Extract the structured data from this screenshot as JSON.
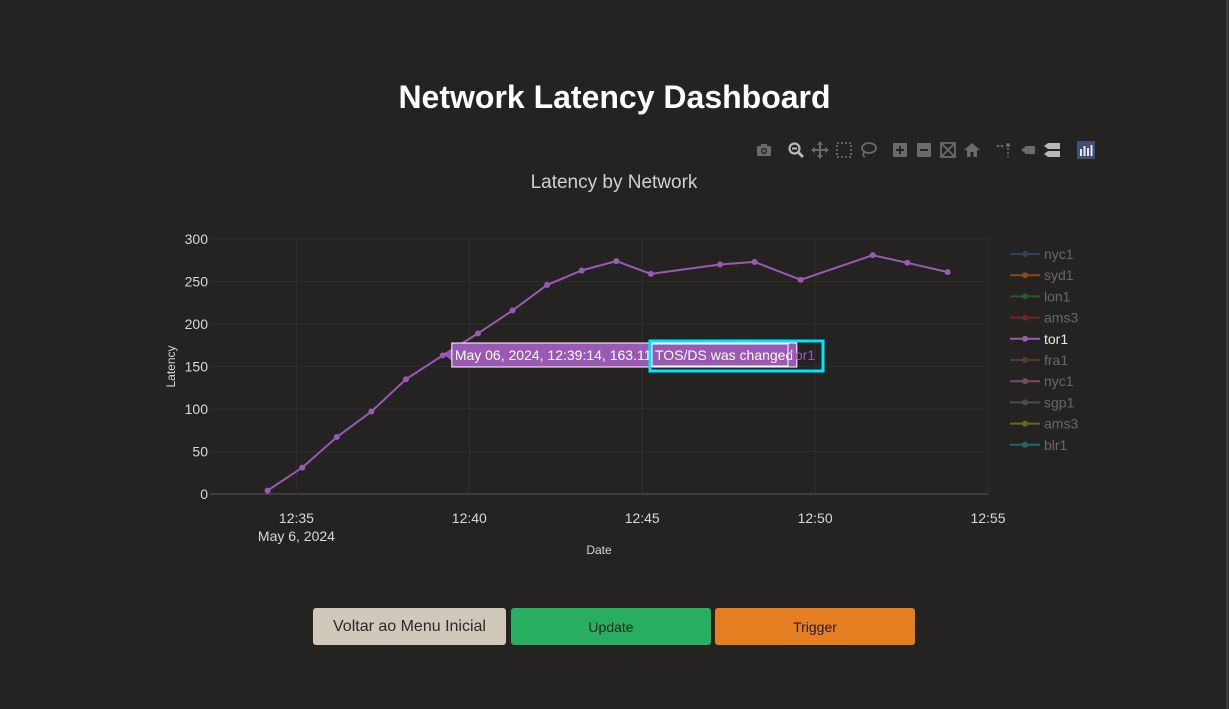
{
  "page": {
    "title": "Network Latency Dashboard"
  },
  "colors": {
    "background": "#242322",
    "series_active": "#9b59b6",
    "highlight_box": "#00e5ff",
    "update_button": "#27ae60",
    "trigger_button": "#e67e22",
    "menu_button": "#d0c8ba"
  },
  "modebar": {
    "icons": [
      "camera-icon",
      "zoom-icon",
      "pan-icon",
      "box-select-icon",
      "lasso-select-icon",
      "zoom-in-icon",
      "zoom-out-icon",
      "autoscale-icon",
      "reset-axes-icon",
      "spike-lines-icon",
      "hover-closest-icon",
      "hover-compare-icon",
      "plotly-logo-icon"
    ]
  },
  "chart_data": {
    "type": "line",
    "title": "Latency by Network",
    "xlabel": "Date",
    "ylabel": "Latency",
    "ylim": [
      0,
      300
    ],
    "xlim": [
      "2024-05-06 12:32:30",
      "2024-05-06 12:55:00"
    ],
    "x_ticks": [
      "12:35",
      "12:40",
      "12:45",
      "12:50",
      "12:55"
    ],
    "x_tick_sublabel": "May 6, 2024",
    "y_ticks": [
      0,
      50,
      100,
      150,
      200,
      250,
      300
    ],
    "grid": true,
    "legend_position": "right",
    "series": [
      {
        "name": "nyc1",
        "color": "#1f77b4",
        "visible": false,
        "x": [],
        "y": []
      },
      {
        "name": "syd1",
        "color": "#ff7f0e",
        "visible": false,
        "x": [],
        "y": []
      },
      {
        "name": "lon1",
        "color": "#2ca02c",
        "visible": false,
        "x": [],
        "y": []
      },
      {
        "name": "ams3",
        "color": "#d62728",
        "visible": false,
        "x": [],
        "y": []
      },
      {
        "name": "tor1",
        "color": "#9b59b6",
        "visible": true,
        "x": [
          "2024-05-06 12:34:10",
          "2024-05-06 12:35:10",
          "2024-05-06 12:36:10",
          "2024-05-06 12:37:10",
          "2024-05-06 12:38:10",
          "2024-05-06 12:39:14",
          "2024-05-06 12:40:15",
          "2024-05-06 12:41:15",
          "2024-05-06 12:42:15",
          "2024-05-06 12:43:15",
          "2024-05-06 12:44:15",
          "2024-05-06 12:45:15",
          "2024-05-06 12:47:15",
          "2024-05-06 12:48:15",
          "2024-05-06 12:49:35",
          "2024-05-06 12:51:40",
          "2024-05-06 12:52:40",
          "2024-05-06 12:53:50"
        ],
        "y": [
          4,
          31,
          67,
          97,
          135,
          163.115,
          189,
          216,
          246,
          263,
          274,
          259,
          270,
          273,
          252,
          281,
          272,
          261
        ]
      },
      {
        "name": "fra1",
        "color": "#8c564b",
        "visible": false,
        "x": [],
        "y": []
      },
      {
        "name": "nyc1",
        "color": "#e377c2",
        "visible": false,
        "x": [],
        "y": []
      },
      {
        "name": "sgp1",
        "color": "#7f7f7f",
        "visible": false,
        "x": [],
        "y": []
      },
      {
        "name": "ams3",
        "color": "#bcbd22",
        "visible": false,
        "x": [],
        "y": []
      },
      {
        "name": "blr1",
        "color": "#17becf",
        "visible": false,
        "x": [],
        "y": []
      }
    ],
    "hover": {
      "label": "May 06, 2024, 12:39:14, 163.115s",
      "annotation": "TOS/DS was changed",
      "series_name": "tor1",
      "point_index": 5
    }
  },
  "buttons": {
    "menu_label": "Voltar ao Menu Inicial",
    "update_label": "Update",
    "trigger_label": "Trigger"
  }
}
